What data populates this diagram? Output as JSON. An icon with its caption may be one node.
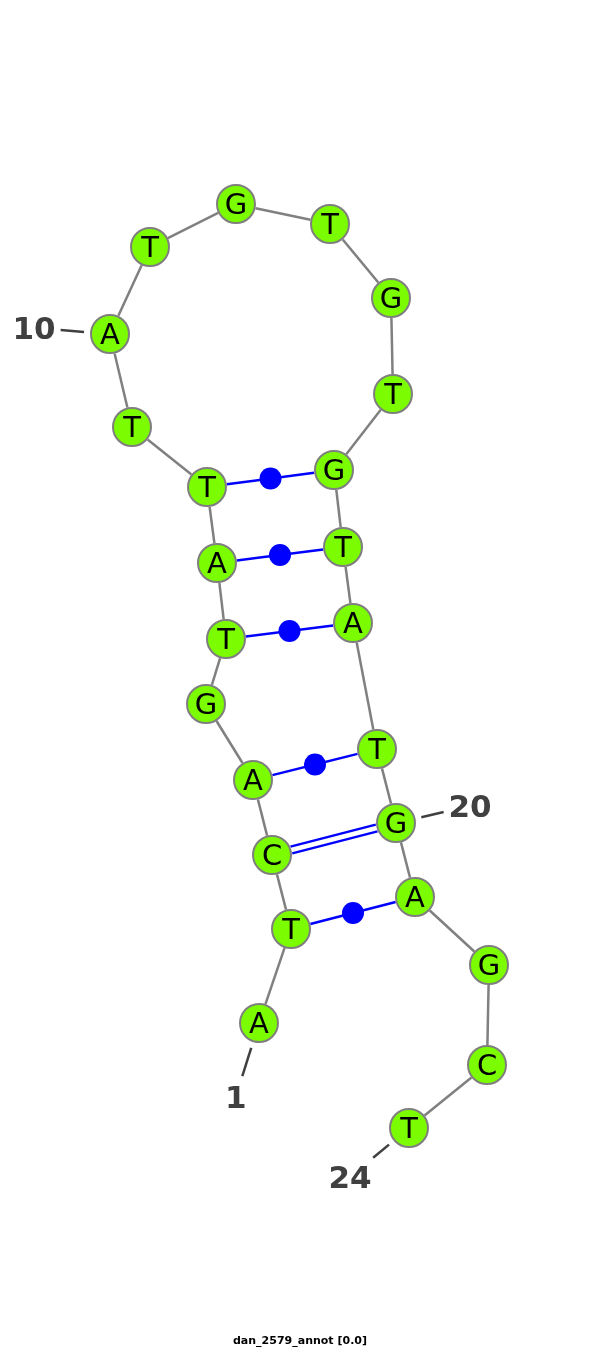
{
  "diagram": {
    "caption": "dan_2579_annot [0.0]",
    "nodes": [
      {
        "text": [
          "A"
        ]
      },
      {
        "text": [
          "T"
        ]
      },
      {
        "text": [
          "C"
        ]
      },
      {
        "text": [
          "A"
        ]
      },
      {
        "text": [
          "G"
        ]
      },
      {
        "text": [
          "T"
        ]
      },
      {
        "text": [
          "A"
        ]
      },
      {
        "text": [
          "T"
        ]
      },
      {
        "text": [
          "T"
        ]
      },
      {
        "text": [
          "A"
        ]
      },
      {
        "text": [
          "T"
        ]
      },
      {
        "text": [
          "G"
        ]
      },
      {
        "text": [
          "T"
        ]
      },
      {
        "text": [
          "G"
        ]
      },
      {
        "text": [
          "T"
        ]
      },
      {
        "text": [
          "G"
        ]
      },
      {
        "text": [
          "T"
        ]
      },
      {
        "text": [
          "A"
        ]
      },
      {
        "text": [
          "T"
        ]
      },
      {
        "text": [
          "G"
        ]
      },
      {
        "text": [
          "A"
        ]
      },
      {
        "text": [
          "G"
        ]
      },
      {
        "text": [
          "C"
        ]
      },
      {
        "text": [
          "T"
        ]
      },
      {
        "text": [
          "10"
        ]
      },
      {
        "text": [
          "20"
        ]
      },
      {
        "text": [
          "1"
        ]
      },
      {
        "text": [
          "24"
        ]
      }
    ],
    "edges": [
      {
        "from": 0,
        "to": 1,
        "arrow": "none"
      },
      {
        "from": 1,
        "to": 2,
        "arrow": "none"
      },
      {
        "from": 2,
        "to": 3,
        "arrow": "none"
      },
      {
        "from": 3,
        "to": 4,
        "arrow": "none"
      },
      {
        "from": 4,
        "to": 5,
        "arrow": "none"
      },
      {
        "from": 5,
        "to": 6,
        "arrow": "none"
      },
      {
        "from": 6,
        "to": 7,
        "arrow": "none"
      },
      {
        "from": 7,
        "to": 8,
        "arrow": "none"
      },
      {
        "from": 8,
        "to": 9,
        "arrow": "none"
      },
      {
        "from": 9,
        "to": 10,
        "arrow": "none"
      },
      {
        "from": 10,
        "to": 11,
        "arrow": "none"
      },
      {
        "from": 11,
        "to": 12,
        "arrow": "none"
      },
      {
        "from": 12,
        "to": 13,
        "arrow": "none"
      },
      {
        "from": 13,
        "to": 14,
        "arrow": "none"
      },
      {
        "from": 14,
        "to": 15,
        "arrow": "none"
      },
      {
        "from": 15,
        "to": 16,
        "arrow": "none"
      },
      {
        "from": 16,
        "to": 17,
        "arrow": "none"
      },
      {
        "from": 17,
        "to": 18,
        "arrow": "none"
      },
      {
        "from": 18,
        "to": 19,
        "arrow": "none"
      },
      {
        "from": 19,
        "to": 20,
        "arrow": "none"
      },
      {
        "from": 20,
        "to": 21,
        "arrow": "none"
      },
      {
        "from": 21,
        "to": 22,
        "arrow": "none"
      },
      {
        "from": 22,
        "to": 23,
        "arrow": "none"
      },
      {
        "from": 7,
        "to": 15,
        "arrow": "none",
        "color": "#0000ff"
      },
      {
        "from": 6,
        "to": 16,
        "arrow": "none",
        "color": "#0000ff"
      },
      {
        "from": 5,
        "to": 17,
        "arrow": "none",
        "color": "#0000ff"
      },
      {
        "from": 3,
        "to": 18,
        "arrow": "none",
        "color": "#0000ff"
      },
      {
        "from": 2,
        "to": 19,
        "arrow": "none",
        "color": "#0000ff"
      },
      {
        "from": 1,
        "to": 20,
        "arrow": "none",
        "color": "#0000ff"
      },
      {
        "from": 24,
        "to": 9,
        "arrow": "none",
        "color": "#404040"
      },
      {
        "from": 25,
        "to": 19,
        "arrow": "none",
        "color": "#404040"
      },
      {
        "from": 26,
        "to": 0,
        "arrow": "none",
        "color": "#404040"
      },
      {
        "from": 27,
        "to": 23,
        "arrow": "none",
        "color": "#404040"
      }
    ]
  }
}
